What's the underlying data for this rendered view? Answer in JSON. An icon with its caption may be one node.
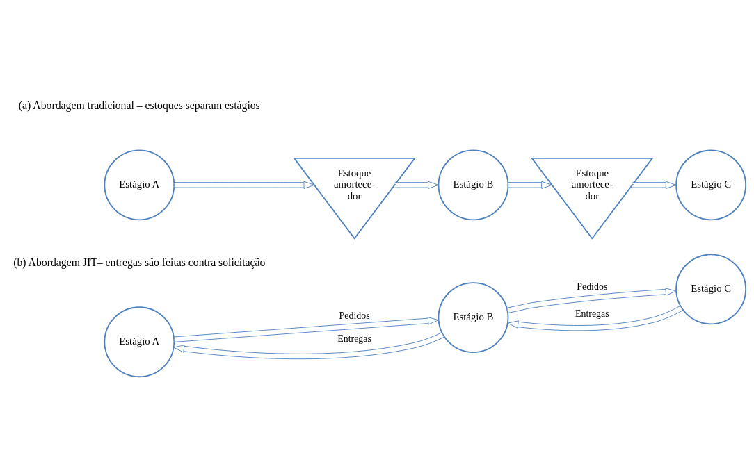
{
  "diagram": {
    "nodes": [
      {
        "text": [
          "Estágio A"
        ]
      },
      {
        "text": [
          "Estoque amortece- dor"
        ]
      },
      {
        "text": [
          "Estágio B"
        ]
      },
      {
        "text": [
          "Estoque amortece- dor"
        ]
      },
      {
        "text": [
          "Estágio C"
        ]
      },
      {
        "text": [
          "Estágio A"
        ]
      },
      {
        "text": [
          "Estágio B"
        ]
      },
      {
        "text": [
          "Estágio C"
        ]
      }
    ],
    "edges": [
      {
        "from": 0,
        "to": 1,
        "arrow": "to"
      },
      {
        "from": 1,
        "to": 2,
        "arrow": "to"
      },
      {
        "from": 2,
        "to": 3,
        "arrow": "to"
      },
      {
        "from": 3,
        "to": 4,
        "arrow": "to"
      },
      {
        "from": 5,
        "to": 6,
        "arrow": "to",
        "label": "Pedidos"
      },
      {
        "from": 6,
        "to": 7,
        "arrow": "to",
        "label": "Pedidos"
      },
      {
        "from": 6,
        "to": 5,
        "arrow": "to",
        "label": "Entregas"
      },
      {
        "from": 7,
        "to": 6,
        "arrow": "to",
        "label": "Entregas"
      }
    ],
    "labels": [
      "(a) Abordagem tradicional – estoques separam estágios",
      "(b) Abordagem JIT– entregas são feitas contra solicitação"
    ]
  }
}
